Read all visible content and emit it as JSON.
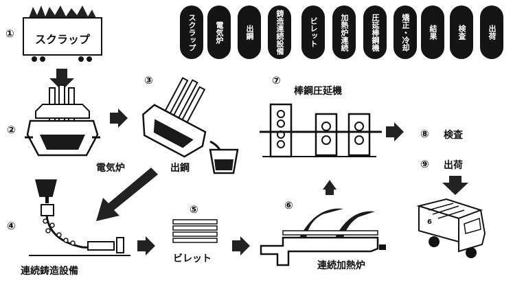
{
  "process_steps": [
    "スクラップ",
    "電気炉",
    "出鋼",
    "鋳造連続設備",
    "ビレット",
    "加熱炉連続",
    "圧延棒鋼機",
    "矯正・冷却",
    "結果",
    "検査",
    "出荷"
  ],
  "steps": {
    "s1": {
      "num": "①",
      "label": "スクラップ"
    },
    "s2": {
      "num": "②",
      "label": "電気炉"
    },
    "s3": {
      "num": "③",
      "label": "出鋼"
    },
    "s4": {
      "num": "④",
      "label": "連続鋳造設備"
    },
    "s5": {
      "num": "⑤",
      "label": "ビレット"
    },
    "s6": {
      "num": "⑥",
      "label": "連続加熱炉"
    },
    "s7": {
      "num": "⑦",
      "label": "棒鋼圧延機"
    },
    "s8": {
      "num": "⑧",
      "label": "検査"
    },
    "s9": {
      "num": "⑨",
      "label": "出荷"
    }
  },
  "truck_badge": "6"
}
